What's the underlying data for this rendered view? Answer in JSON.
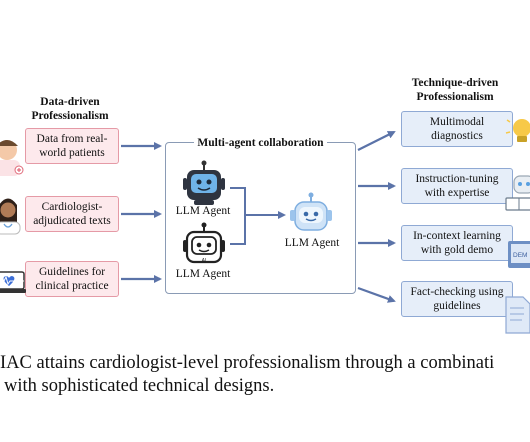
{
  "left_column": {
    "heading": [
      "Data-driven",
      "Professionalism"
    ],
    "items": [
      {
        "label": [
          "Data from real-",
          "world patients"
        ]
      },
      {
        "label": [
          "Cardiologist-",
          "adjudicated texts"
        ]
      },
      {
        "label": [
          "Guidelines for",
          "clinical practice"
        ]
      }
    ]
  },
  "center": {
    "title": "Multi-agent collaboration",
    "agents": [
      {
        "label": "LLM Agent"
      },
      {
        "label": "LLM Agent"
      },
      {
        "label": "LLM Agent"
      }
    ]
  },
  "right_column": {
    "heading": [
      "Technique-driven",
      "Professionalism"
    ],
    "items": [
      {
        "label": [
          "Multimodal",
          "diagnostics"
        ]
      },
      {
        "label": [
          "Instruction-tuning",
          "with expertise"
        ]
      },
      {
        "label": [
          "In-context learning",
          "with gold demo"
        ]
      },
      {
        "label": [
          "Fact-checking using",
          "guidelines"
        ]
      }
    ]
  },
  "caption": [
    "IAC attains cardiologist-level professionalism through a combinati",
    "with sophisticated technical designs."
  ],
  "colors": {
    "pink_fill": "#fde9ec",
    "pink_border": "#e59aa6",
    "blue_fill": "#e6eef9",
    "blue_border": "#8fa9d4",
    "arrow": "#5b73a8"
  }
}
